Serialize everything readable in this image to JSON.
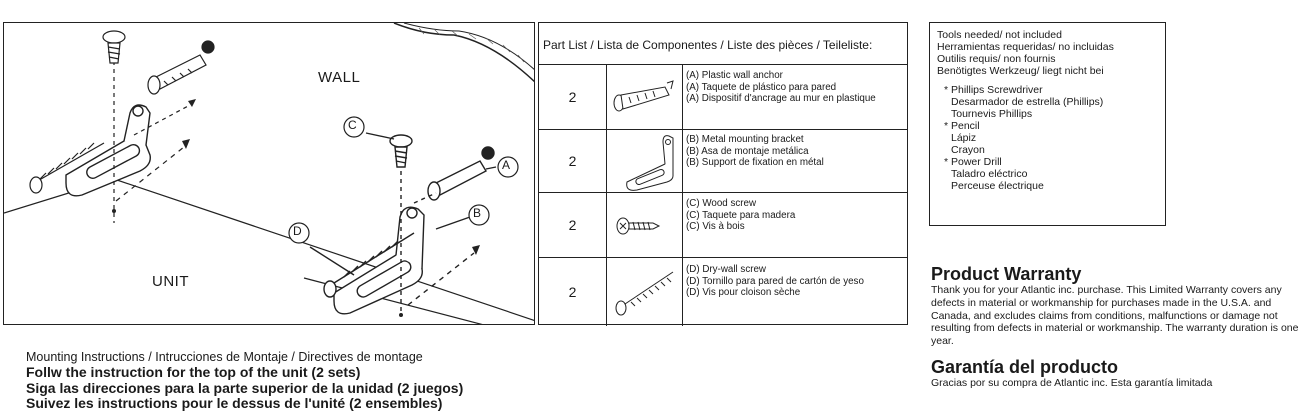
{
  "diagram": {
    "wall_label": "WALL",
    "unit_label": "UNIT",
    "callouts": [
      "C",
      "A",
      "B",
      "D"
    ]
  },
  "part_list": {
    "header": "Part List / Lista de Componentes / Liste des pièces / Teileliste:",
    "rows": [
      {
        "qty": "2",
        "icon": "plastic-anchor-icon",
        "lines": [
          "(A) Plastic wall anchor",
          "(A) Taquete de plástico para pared",
          "(A) Dispositif d'ancrage au mur en plastique"
        ]
      },
      {
        "qty": "2",
        "icon": "metal-bracket-icon",
        "lines": [
          "(B) Metal mounting bracket",
          "(B) Asa de montaje metálica",
          "(B) Support de fixation en métal"
        ]
      },
      {
        "qty": "2",
        "icon": "wood-screw-icon",
        "lines": [
          "(C) Wood screw",
          "(C) Taquete para madera",
          "(C) Vis à bois"
        ]
      },
      {
        "qty": "2",
        "icon": "drywall-screw-icon",
        "lines": [
          "(D) Dry-wall screw",
          "(D) Tornillo para pared de cartón de yeso",
          "(D) Vis pour cloison sèche"
        ]
      }
    ]
  },
  "tools": {
    "header": [
      "Tools needed/ not included",
      "Herramientas requeridas/ no incluidas",
      "Outilis requis/ non fournis",
      "Benötigtes Werkzeug/ liegt nicht bei"
    ],
    "items": [
      {
        "name": "* Phillips Screwdriver",
        "translations": [
          "Desarmador de estrella (Phillips)",
          "Tournevis Phillips"
        ]
      },
      {
        "name": "* Pencil",
        "translations": [
          "Lápiz",
          "Crayon"
        ]
      },
      {
        "name": "* Power Drill",
        "translations": [
          "Taladro eléctrico",
          "Perceuse électrique"
        ]
      }
    ]
  },
  "instructions": {
    "heading": "Mounting Instructions / Intrucciones de Montaje / Directives de montage",
    "line1": "Follw the instruction for the top of the unit (2 sets)",
    "line2": "Siga las direcciones para la parte superior de la unidad (2 juegos)",
    "line3": "Suivez les instructions pour le dessus de l'unité (2 ensembles)"
  },
  "warranty": {
    "title": "Product Warranty",
    "text": "Thank you for your Atlantic inc. purchase. This Limited Warranty covers any defects in material or workmanship for purchases made in the U.S.A. and Canada, and excludes claims from conditions, malfunctions or damage not resulting from defects in material or workmanship. The warranty duration is one year.",
    "title_es": "Garantía del producto",
    "text_es": "Gracias por su compra de Atlantic inc. Esta garantía limitada"
  }
}
